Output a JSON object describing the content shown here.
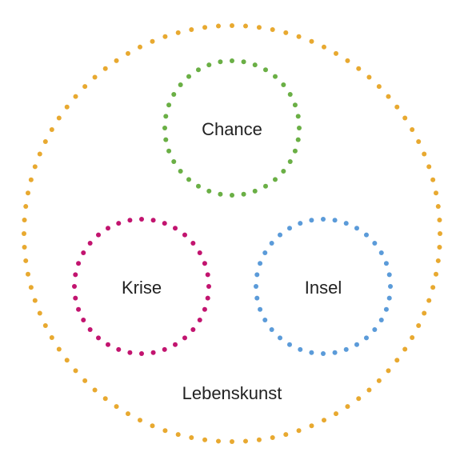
{
  "diagram": {
    "outer": {
      "label": "Lebenskunst",
      "color": "#E8A930"
    },
    "circles": [
      {
        "id": "chance",
        "label": "Chance",
        "color": "#6AAF45"
      },
      {
        "id": "krise",
        "label": "Krise",
        "color": "#C2146F"
      },
      {
        "id": "insel",
        "label": "Insel",
        "color": "#5B9BD9"
      }
    ]
  }
}
